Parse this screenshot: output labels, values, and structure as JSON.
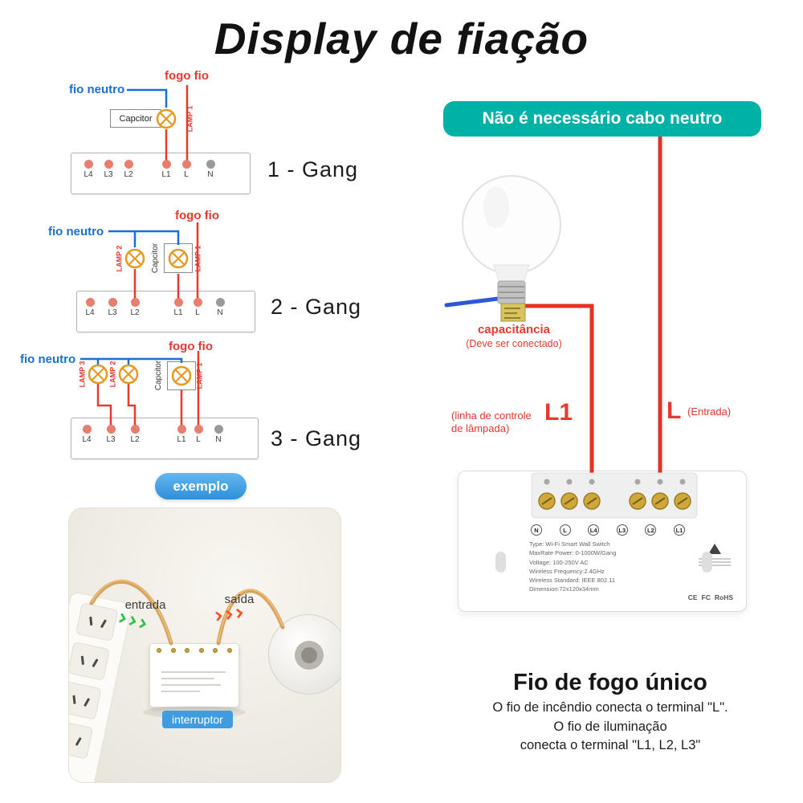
{
  "title": "Display de fiação",
  "diagrams": [
    {
      "label": "1 - Gang",
      "fogo": "fogo fio",
      "neutro": "fio neutro",
      "capacitor": "Capcitor",
      "lamps": [
        "LAMP 1"
      ],
      "terminals": [
        "L4",
        "L3",
        "L2",
        "L1",
        "L",
        "N"
      ]
    },
    {
      "label": "2 - Gang",
      "fogo": "fogo fio",
      "neutro": "fio neutro",
      "capacitor": "Capcitor",
      "lamps": [
        "LAMP 2",
        "LAMP 1"
      ],
      "terminals": [
        "L4",
        "L3",
        "L2",
        "L1",
        "L",
        "N"
      ]
    },
    {
      "label": "3 - Gang",
      "fogo": "fogo fio",
      "neutro": "fio neutro",
      "capacitor": "Capcitor",
      "lamps": [
        "LAMP 3",
        "LAMP 2",
        "LAMP 1"
      ],
      "terminals": [
        "L4",
        "L3",
        "L2",
        "L1",
        "L",
        "N"
      ]
    }
  ],
  "exemplo": "exemplo",
  "photo": {
    "entrada": "entrada",
    "saida": "saída",
    "interruptor": "interruptor"
  },
  "panel": {
    "header": "Não é necessário cabo neutro",
    "capacitancia": "capacitância",
    "capacitancia_note": "(Deve ser conectado)",
    "l1": "L1",
    "l1_note_1": "(linha de controle",
    "l1_note_2": "de lâmpada)",
    "l": "L",
    "l_note": "(Entrada)",
    "switch": {
      "terminals": [
        "N",
        "L",
        "L4",
        "L3",
        "L2",
        "L1"
      ],
      "specs": [
        "Type: Wi-Fi Smart Wall Switch",
        "MaxRate Power: 0-1000W/Gang",
        "Voltage: 100-250V AC",
        "Wireless Frequency:2.4GHz",
        "Wireless Standard: IEEE 802.11",
        "Dimension:72x120x34mm"
      ],
      "certs": [
        "CE",
        "FC",
        "RoHS"
      ]
    },
    "footer_title": "Fio de fogo único",
    "footer_line1": "O fio de incêndio conecta o terminal \"L\".",
    "footer_line2": "O fio de iluminação",
    "footer_line3": "conecta o terminal \"L1, L2, L3\""
  }
}
